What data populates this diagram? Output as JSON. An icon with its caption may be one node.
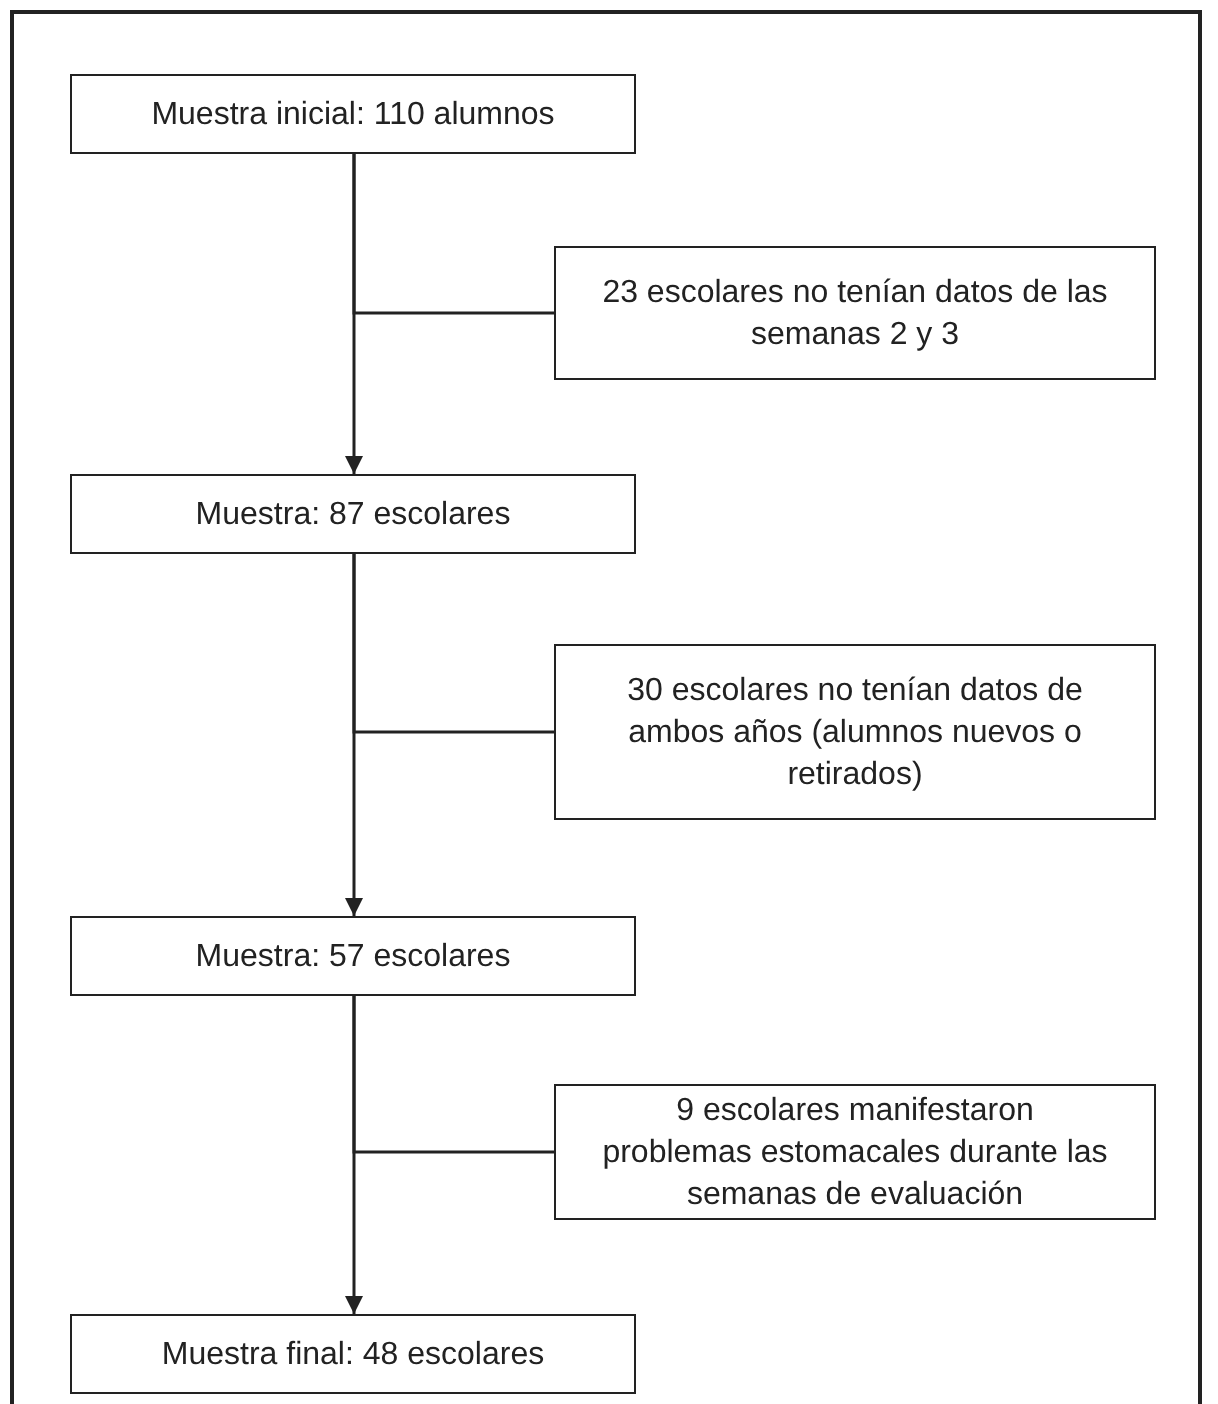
{
  "diagram": {
    "nodes": [
      {
        "text": [
          "Muestra inicial: 110 alumnos"
        ]
      },
      {
        "text": [
          "23 escolares no tenían datos de las semanas 2 y 3"
        ]
      },
      {
        "text": [
          "Muestra: 87 escolares"
        ]
      },
      {
        "text": [
          "30 escolares no tenían datos de ambos años (alumnos nuevos o retirados)"
        ]
      },
      {
        "text": [
          "Muestra: 57 escolares"
        ]
      },
      {
        "text": [
          "9 escolares manifestaron problemas estomacales durante las semanas de evaluación"
        ]
      },
      {
        "text": [
          "Muestra final: 48 escolares"
        ]
      }
    ],
    "edges": [
      {
        "from": 0,
        "to": 2,
        "arrow": "to"
      },
      {
        "from": 0,
        "to": 1,
        "arrow": "none"
      },
      {
        "from": 2,
        "to": 4,
        "arrow": "to"
      },
      {
        "from": 2,
        "to": 3,
        "arrow": "none"
      },
      {
        "from": 4,
        "to": 6,
        "arrow": "to"
      },
      {
        "from": 4,
        "to": 5,
        "arrow": "none"
      }
    ]
  }
}
